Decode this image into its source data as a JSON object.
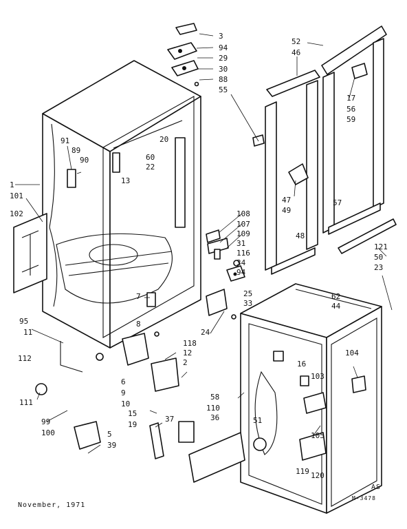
{
  "callouts": {
    "c3": "3",
    "c94a": "94",
    "c29": "29",
    "c30": "30",
    "c88": "88",
    "c55": "55",
    "c52": "52",
    "c46": "46",
    "c17": "17",
    "c56": "56",
    "c59": "59",
    "c91": "91",
    "c89": "89",
    "c90": "90",
    "c20": "20",
    "c60": "60",
    "c22": "22",
    "c13": "13",
    "c1": "1",
    "c101": "101",
    "c102": "102",
    "c47": "47",
    "c49": "49",
    "c57": "57",
    "c48": "48",
    "c108": "108",
    "c107": "107",
    "c109": "109",
    "c31": "31",
    "c116": "116",
    "c34": "34",
    "c94b": "94",
    "c121": "121",
    "c50": "50",
    "c23": "23",
    "c7": "7",
    "c8": "8",
    "c25": "25",
    "c33": "33",
    "c62": "62",
    "c44": "44",
    "c95": "95",
    "c11": "11",
    "c24": "24",
    "c118": "118",
    "c12": "12",
    "c2": "2",
    "c112": "112",
    "c111": "111",
    "c6": "6",
    "c9": "9",
    "c10": "10",
    "c16": "16",
    "c104": "104",
    "c103": "103",
    "c99": "99",
    "c100": "100",
    "c15": "15",
    "c19": "19",
    "c5": "5",
    "c39": "39",
    "c37": "37",
    "c110": "110",
    "c36": "36",
    "c58": "58",
    "c51": "51",
    "c105": "105",
    "c119": "119",
    "c120": "120"
  },
  "footer": {
    "date": "November, 1971",
    "initials": "AS",
    "code": "M-3478"
  }
}
